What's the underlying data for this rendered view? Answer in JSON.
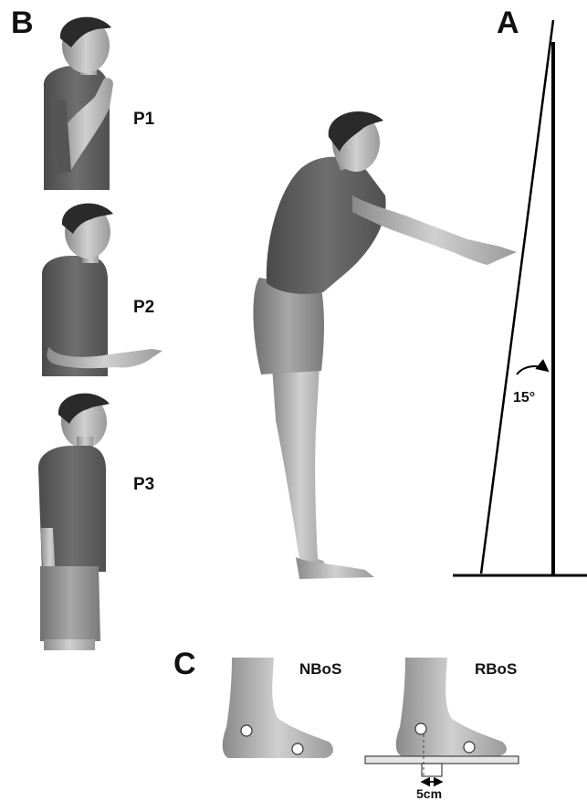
{
  "panels": {
    "a": {
      "letter": "A",
      "angle_label": "15°"
    },
    "b": {
      "letter": "B",
      "positions": [
        "P1",
        "P2",
        "P3"
      ]
    },
    "c": {
      "letter": "C",
      "conditions": [
        "NBoS",
        "RBoS"
      ],
      "width_label": "5cm"
    }
  },
  "colors": {
    "shirt": "#5e5e5e",
    "skin": "#b8b8b8",
    "shorts": "#8c8c8c",
    "hair": "#2a2a2a",
    "line": "#000000"
  }
}
